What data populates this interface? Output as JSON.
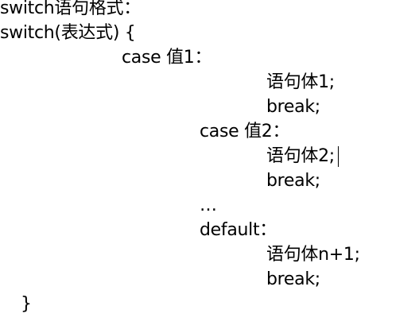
{
  "document": {
    "lines": [
      "switch语句格式：",
      "switch(表达式) {",
      "case 值1：",
      "语句体1;",
      "break;",
      "case 值2：",
      "语句体2;",
      "break;",
      "…",
      "default：",
      "语句体n+1;",
      "break;",
      "}"
    ]
  }
}
